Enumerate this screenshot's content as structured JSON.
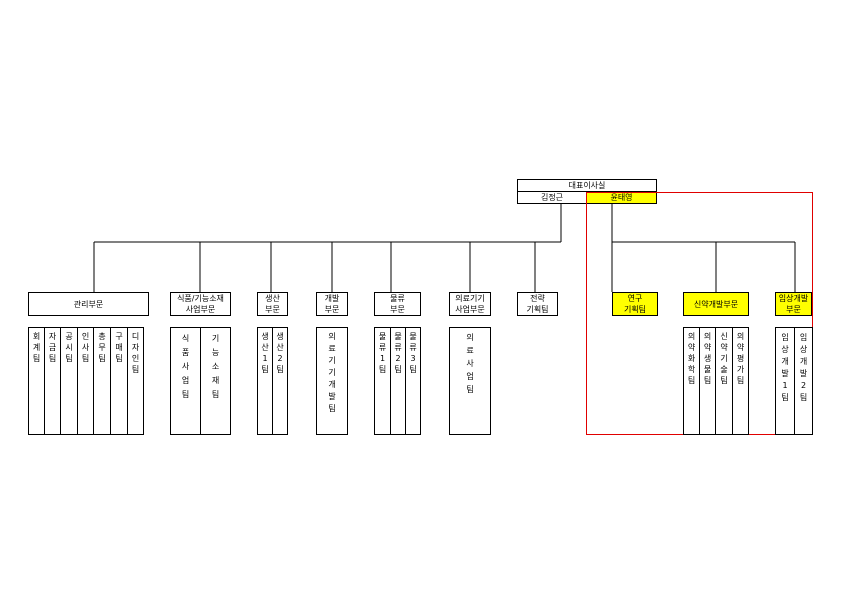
{
  "ceo": {
    "title": "대표이사실",
    "person_left": "김정근",
    "person_right": "윤태영"
  },
  "divisions": [
    {
      "label": "관리부문",
      "teams": [
        "회계팀",
        "자금팀",
        "공시팀",
        "인사팀",
        "총무팀",
        "구매팀",
        "디자인팀"
      ]
    },
    {
      "label": "식품/기능소재\n사업부문",
      "teams": [
        "식품사업팀",
        "기능소재팀"
      ]
    },
    {
      "label": "생산\n부문",
      "teams": [
        "생산1팀",
        "생산2팀"
      ]
    },
    {
      "label": "개발\n부문",
      "teams": [
        "의료기기개발팀"
      ]
    },
    {
      "label": "물류\n부문",
      "teams": [
        "물류1팀",
        "물류2팀",
        "물류3팀"
      ]
    },
    {
      "label": "의료기기\n사업부문",
      "teams": [
        "의료사업팀"
      ]
    },
    {
      "label": "전략\n기획팀",
      "teams": []
    },
    {
      "label": "연구\n기획팀",
      "teams": []
    },
    {
      "label": "신약개발부문",
      "teams": [
        "의약화학팀",
        "의약생물팀",
        "신약기술팀",
        "의약평가팀"
      ]
    },
    {
      "label": "임상개발\n부문",
      "teams": [
        "임상개발1팀",
        "임상개발2팀"
      ]
    }
  ]
}
